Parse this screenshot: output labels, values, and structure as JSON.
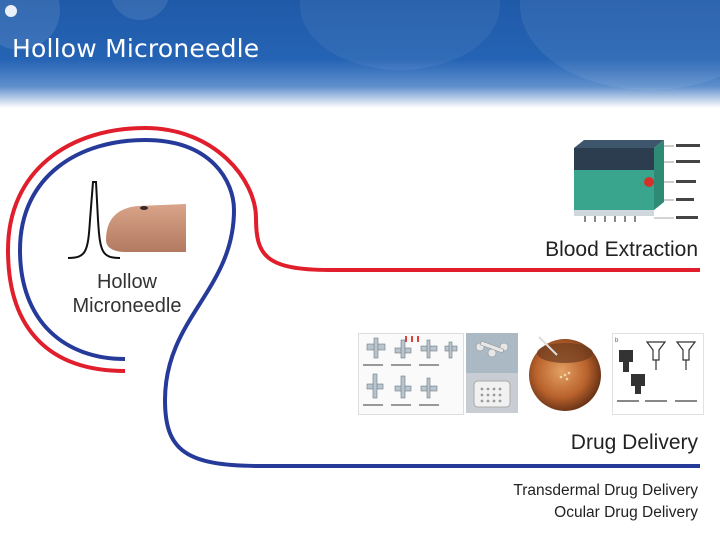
{
  "slide": {
    "title": "Hollow Microneedle"
  },
  "center": {
    "line1": "Hollow",
    "line2": "Microneedle"
  },
  "applications": {
    "blood_extraction": "Blood Extraction",
    "drug_delivery": "Drug Delivery",
    "drug_delivery_types": [
      "Transdermal Drug Delivery",
      "Ocular Drug Delivery"
    ]
  },
  "colors": {
    "red_line": "#e01e2c",
    "blue_line": "#263a9a",
    "banner": "#1f5aa8"
  },
  "icons": [
    "microneedle-profile-icon",
    "fingertip-image",
    "extraction-device-icon",
    "eye-image"
  ]
}
